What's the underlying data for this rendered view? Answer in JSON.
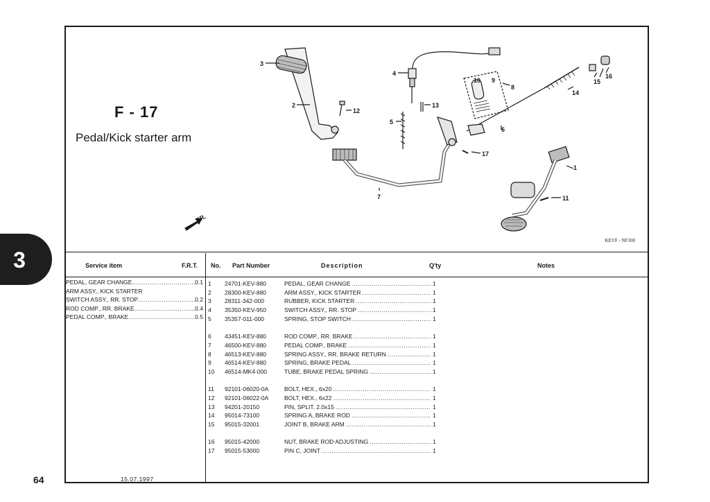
{
  "figure": {
    "code": "F - 17",
    "title": "Pedal/Kick starter arm",
    "ref_code": "KEVF - NF100",
    "fr_label": "FR.",
    "callouts": [
      "1",
      "2",
      "3",
      "4",
      "5",
      "6",
      "7",
      "8",
      "9",
      "10",
      "11",
      "12",
      "13",
      "14",
      "15",
      "16",
      "17"
    ]
  },
  "table_headers": {
    "service_item": "Service item",
    "frt": "F.R.T.",
    "no": "No.",
    "part_number": "Part Number",
    "description": "Description",
    "qty": "Q'ty",
    "notes": "Notes"
  },
  "service_items": [
    {
      "name": "PEDAL, GEAR CHANGE",
      "frt": "0.1"
    },
    {
      "name": "ARM ASSY., KICK STARTER",
      "frt": ""
    },
    {
      "name": "SWITCH ASSY., RR. STOP",
      "frt": "0.2"
    },
    {
      "name": "ROD COMP., RR. BRAKE",
      "frt": "0.4"
    },
    {
      "name": "PEDAL COMP., BRAKE",
      "frt": "0.5"
    }
  ],
  "parts": [
    {
      "no": "1",
      "pn": "24701-KEV-880",
      "desc": "PEDAL, GEAR CHANGE",
      "qty": "1"
    },
    {
      "no": "2",
      "pn": "28300-KEV-880",
      "desc": "ARM ASSY., KICK STARTER",
      "qty": "1"
    },
    {
      "no": "3",
      "pn": "28311-342-000",
      "desc": "RUBBER, KICK STARTER",
      "qty": "1"
    },
    {
      "no": "4",
      "pn": "35350-KEV-950",
      "desc": "SWITCH ASSY., RR. STOP",
      "qty": "1"
    },
    {
      "no": "5",
      "pn": "35357-011-000",
      "desc": "SPRING, STOP SWITCH",
      "qty": "1"
    },
    {
      "no": "6",
      "pn": "43451-KEV-880",
      "desc": "ROD COMP., RR. BRAKE",
      "qty": "1"
    },
    {
      "no": "7",
      "pn": "46500-KEV-880",
      "desc": "PEDAL COMP., BRAKE",
      "qty": "1"
    },
    {
      "no": "8",
      "pn": "46513-KEV-880",
      "desc": "SPRING ASSY., RR. BRAKE RETURN",
      "qty": "1"
    },
    {
      "no": "9",
      "pn": "46514-KEV-880",
      "desc": "SPRING, BRAKE PEDAL",
      "qty": "1"
    },
    {
      "no": "10",
      "pn": "46514-MK4-000",
      "desc": "TUBE, BRAKE PEDAL SPRING",
      "qty": "1"
    },
    {
      "no": "11",
      "pn": "92101-06020-0A",
      "desc": "BOLT, HEX., 6x20",
      "qty": "1"
    },
    {
      "no": "12",
      "pn": "92101-06022-0A",
      "desc": "BOLT, HEX., 6x22",
      "qty": "1"
    },
    {
      "no": "13",
      "pn": "94201-20150",
      "desc": "PIN, SPLIT, 2.0x15",
      "qty": "1"
    },
    {
      "no": "14",
      "pn": "95014-73100",
      "desc": "SPRING A, BRAKE ROD",
      "qty": "1"
    },
    {
      "no": "15",
      "pn": "95015-32001",
      "desc": "JOINT B, BRAKE ARM",
      "qty": "1"
    },
    {
      "no": "16",
      "pn": "95015-42000",
      "desc": "NUT, BRAKE ROD ADJUSTING",
      "qty": "1"
    },
    {
      "no": "17",
      "pn": "95015-53000",
      "desc": "PIN C, JOINT",
      "qty": "1"
    }
  ],
  "footer": {
    "date": "15.07.1997",
    "page_number": "64",
    "chapter": "3"
  }
}
